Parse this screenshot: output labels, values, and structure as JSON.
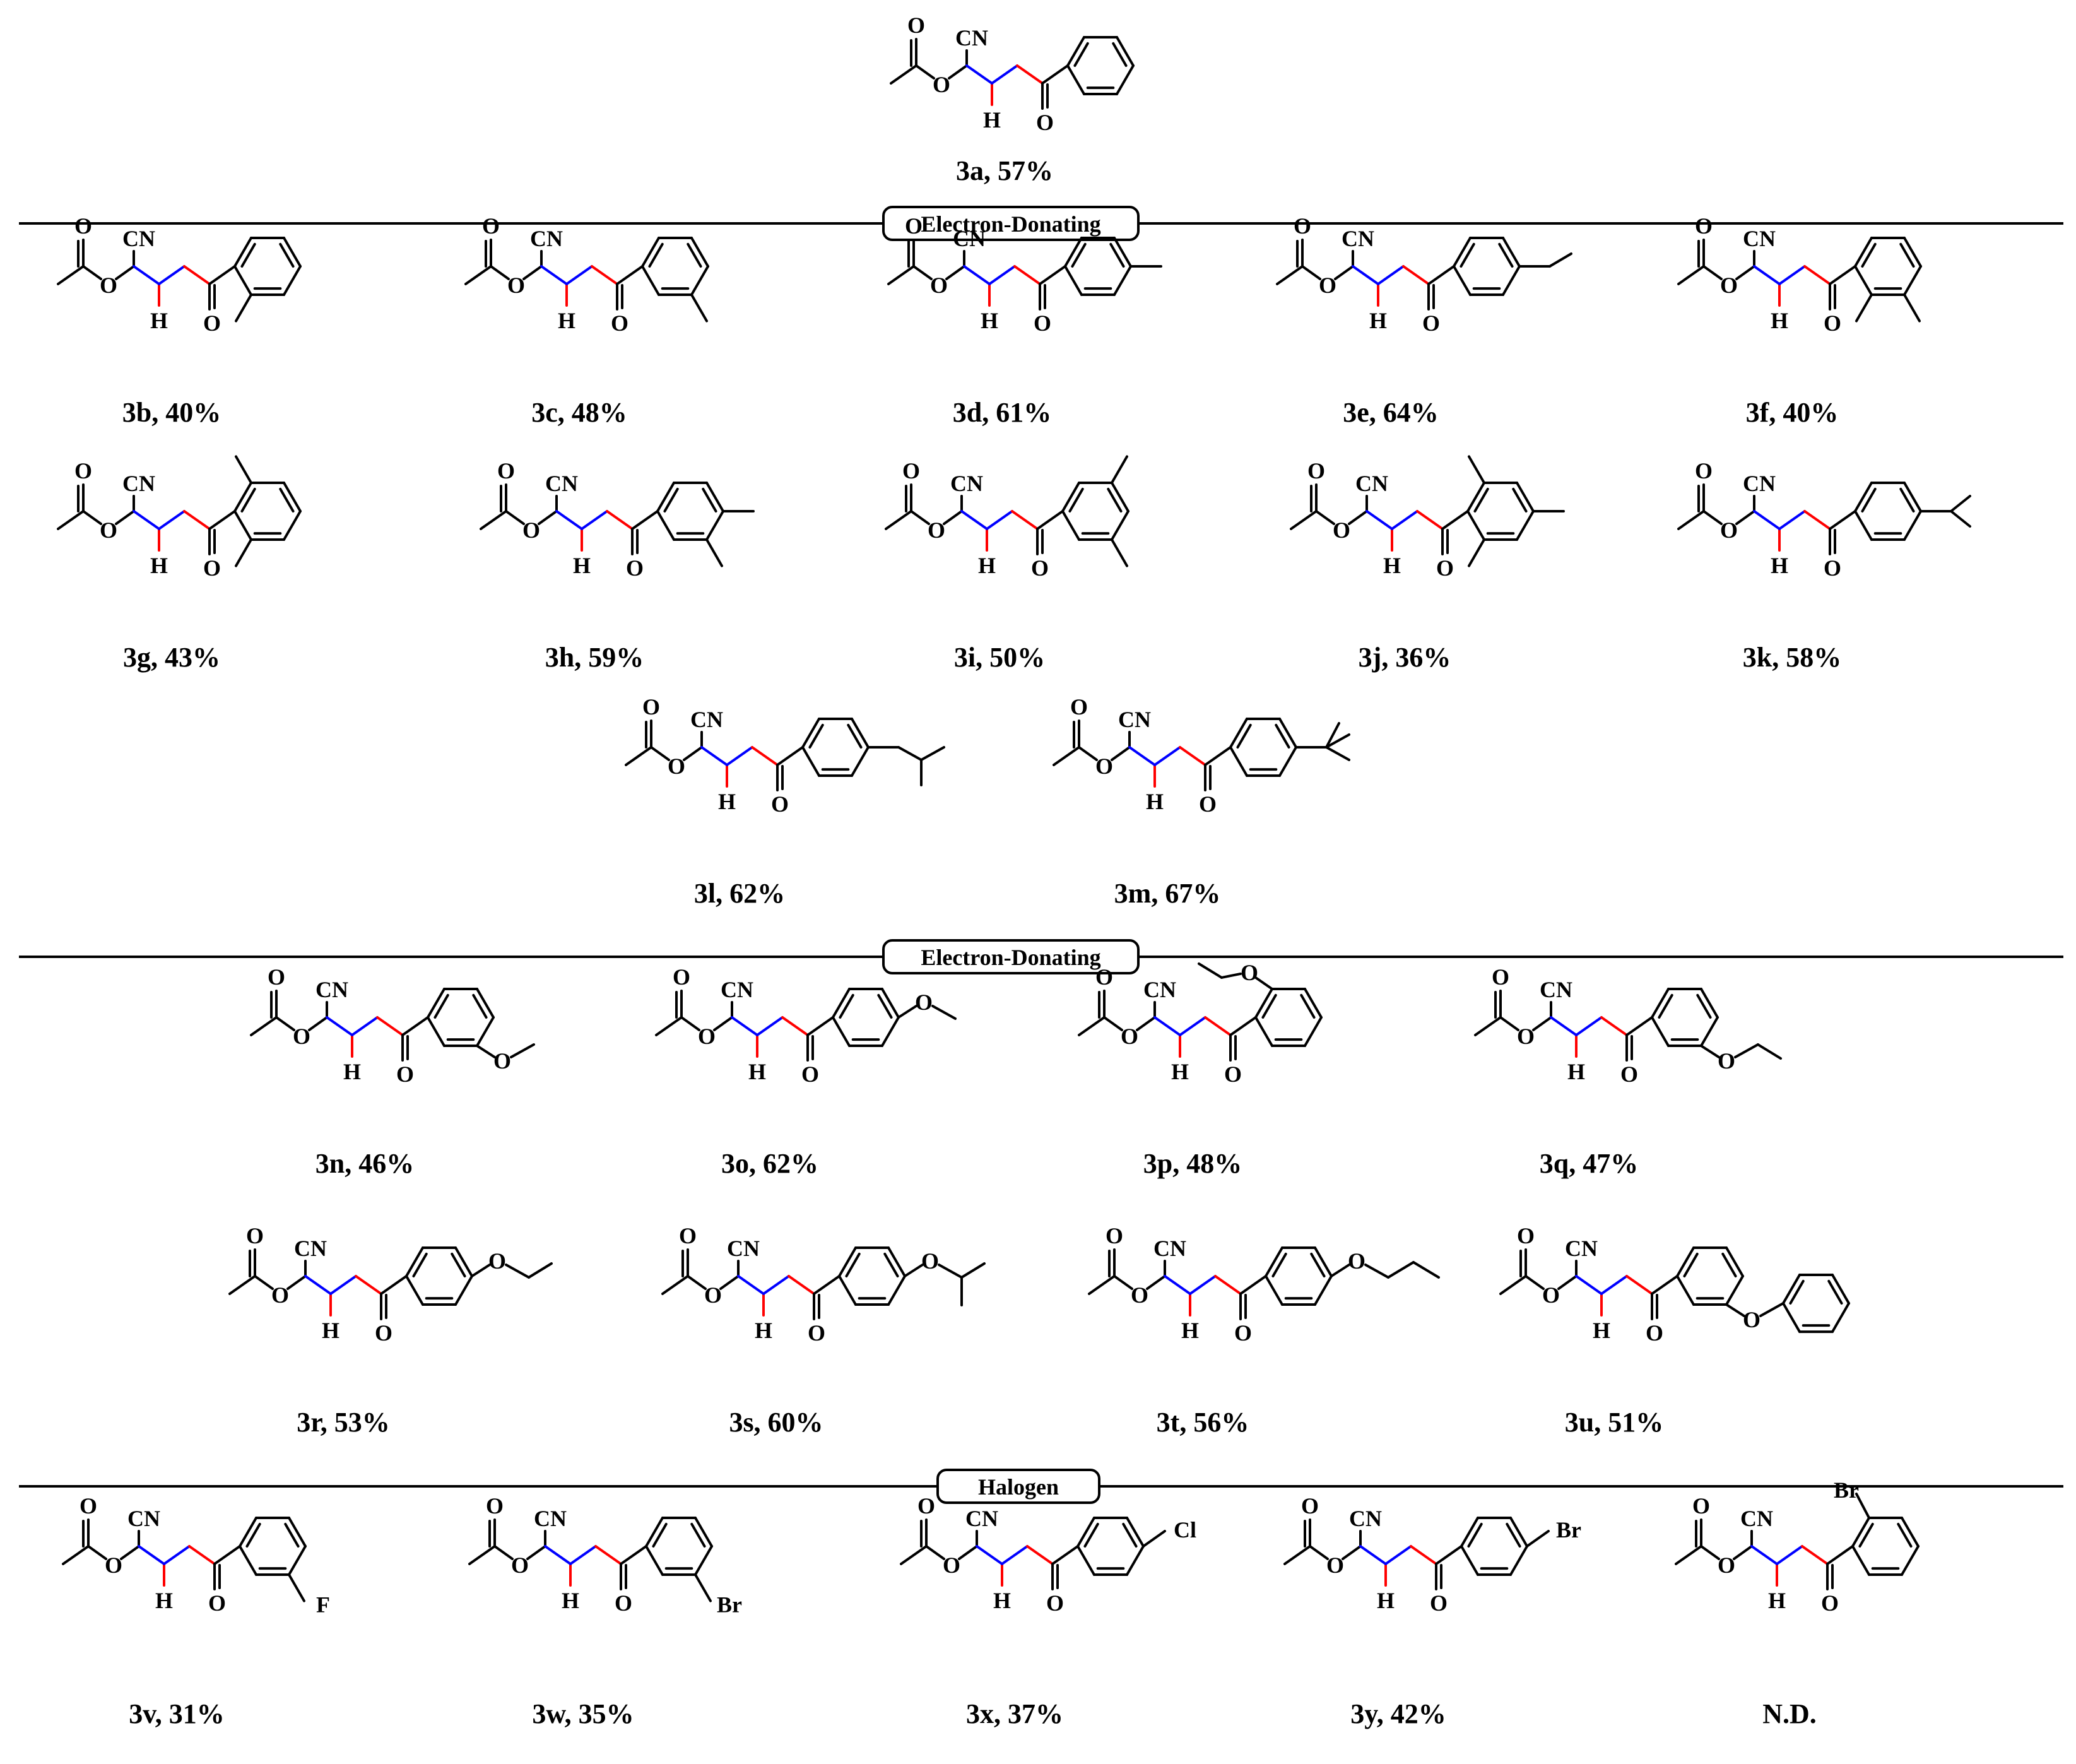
{
  "sections": [
    {
      "label": "Electron-Donating"
    },
    {
      "label": "Electron-Donating"
    },
    {
      "label": "Halogen"
    }
  ],
  "colors": {
    "red_bond": "#ff0000",
    "blue_bond": "#0000ff",
    "bond": "#000000"
  },
  "atom_labels": {
    "cn": "CN",
    "o": "O",
    "h": "H"
  },
  "compounds": [
    {
      "id": "3a",
      "caption": "3a, 57%",
      "substituent": "none",
      "row": 0,
      "col": 0
    },
    {
      "id": "3b",
      "caption": "3b, 40%",
      "substituent": "2-methyl",
      "row": 1,
      "col": 0
    },
    {
      "id": "3c",
      "caption": "3c, 48%",
      "substituent": "3-methyl",
      "row": 1,
      "col": 1
    },
    {
      "id": "3d",
      "caption": "3d, 61%",
      "substituent": "4-methyl",
      "row": 1,
      "col": 2
    },
    {
      "id": "3e",
      "caption": "3e, 64%",
      "substituent": "4-ethyl",
      "row": 1,
      "col": 3
    },
    {
      "id": "3f",
      "caption": "3f, 40%",
      "substituent": "2,3-dimethyl",
      "row": 1,
      "col": 4
    },
    {
      "id": "3g",
      "caption": "3g, 43%",
      "substituent": "2,6-dimethyl",
      "row": 2,
      "col": 0
    },
    {
      "id": "3h",
      "caption": "3h, 59%",
      "substituent": "3,4-dimethyl",
      "row": 2,
      "col": 1
    },
    {
      "id": "3i",
      "caption": "3i, 50%",
      "substituent": "3,5-dimethyl",
      "row": 2,
      "col": 2
    },
    {
      "id": "3j",
      "caption": "3j, 36%",
      "substituent": "2,4,6-trimethyl",
      "row": 2,
      "col": 3
    },
    {
      "id": "3k",
      "caption": "3k, 58%",
      "substituent": "4-isopropyl",
      "row": 2,
      "col": 4
    },
    {
      "id": "3l",
      "caption": "3l, 62%",
      "substituent": "4-isobutyl",
      "row": 3,
      "col": 0
    },
    {
      "id": "3m",
      "caption": "3m, 67%",
      "substituent": "4-tert-butyl",
      "row": 3,
      "col": 1
    },
    {
      "id": "3n",
      "caption": "3n, 46%",
      "substituent": "3-methoxy",
      "row": 4,
      "col": 0
    },
    {
      "id": "3o",
      "caption": "3o, 62%",
      "substituent": "4-methoxy",
      "row": 4,
      "col": 1
    },
    {
      "id": "3p",
      "caption": "3p, 48%",
      "substituent": "2-ethoxy",
      "row": 4,
      "col": 2
    },
    {
      "id": "3q",
      "caption": "3q, 47%",
      "substituent": "3-ethoxy",
      "row": 4,
      "col": 3
    },
    {
      "id": "3r",
      "caption": "3r, 53%",
      "substituent": "4-ethoxy",
      "row": 5,
      "col": 0
    },
    {
      "id": "3s",
      "caption": "3s, 60%",
      "substituent": "4-isopropoxy",
      "row": 5,
      "col": 1
    },
    {
      "id": "3t",
      "caption": "3t, 56%",
      "substituent": "4-propoxy",
      "row": 5,
      "col": 2
    },
    {
      "id": "3u",
      "caption": "3u, 51%",
      "substituent": "3-phenoxy",
      "row": 5,
      "col": 3
    },
    {
      "id": "3v",
      "caption": "3v, 31%",
      "substituent": "3-fluoro",
      "halogen": "F",
      "row": 6,
      "col": 0
    },
    {
      "id": "3w",
      "caption": "3w, 35%",
      "substituent": "3-bromo",
      "halogen": "Br",
      "row": 6,
      "col": 1
    },
    {
      "id": "3x",
      "caption": "3x, 37%",
      "substituent": "4-chloro",
      "halogen": "Cl",
      "row": 6,
      "col": 2
    },
    {
      "id": "3y",
      "caption": "3y, 42%",
      "substituent": "4-bromo",
      "halogen": "Br",
      "row": 6,
      "col": 3
    },
    {
      "id": "nd",
      "caption": "N.D.",
      "substituent": "2-bromo",
      "halogen": "Br",
      "row": 6,
      "col": 4
    }
  ]
}
